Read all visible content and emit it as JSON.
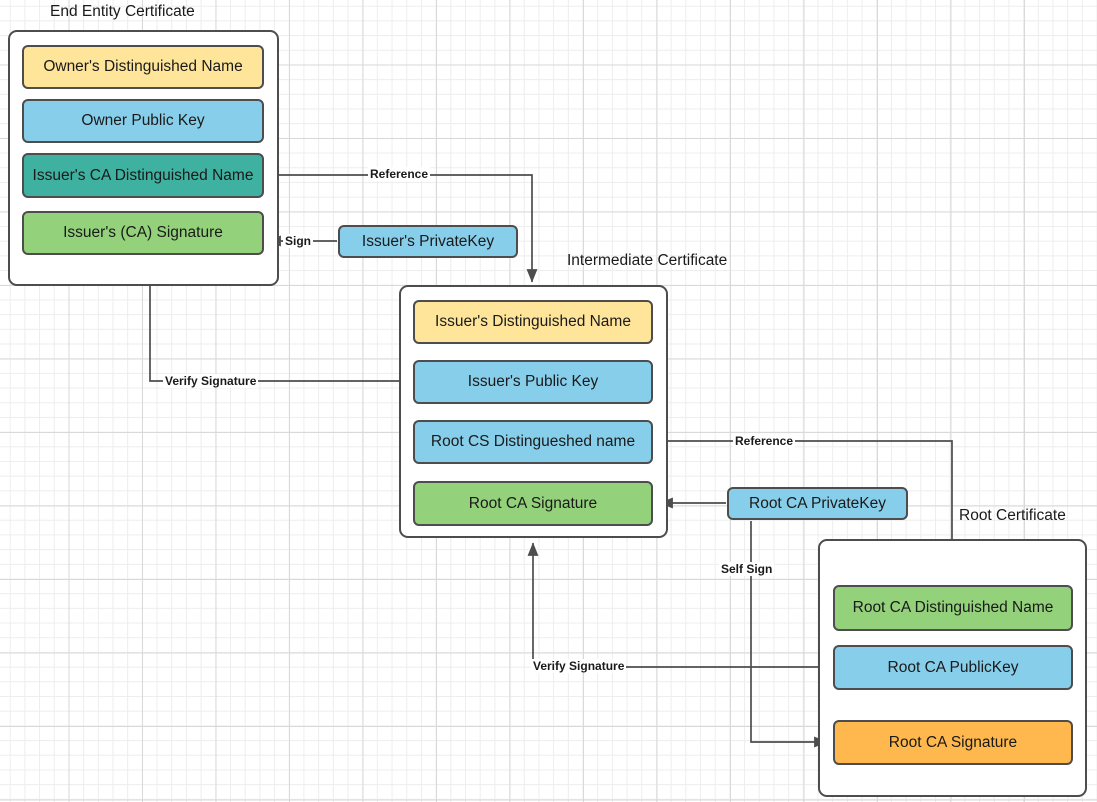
{
  "diagram": {
    "title_labels": [
      {
        "id": "end-entity",
        "text": "End Entity Certificate"
      },
      {
        "id": "intermediate",
        "text": "Intermediate Certificate"
      },
      {
        "id": "root",
        "text": "Root Certificate"
      }
    ],
    "colors": {
      "yellow": "#ffe599",
      "blue": "#87ceeb",
      "teal": "#3fb1a0",
      "green": "#93d17a",
      "orange": "#ffb84d",
      "stroke": "#4d4d4d",
      "text": "#1a1a1a",
      "canvas": "#ffffff",
      "grid_minor": "#ededed",
      "grid_major": "#d9d9d9"
    },
    "end_entity_certificate": {
      "label": "End Entity Certificate",
      "fields": [
        {
          "name": "owner-distinguished-name",
          "text": "Owner's Distinguished Name",
          "color": "#ffe599"
        },
        {
          "name": "owner-public-key",
          "text": "Owner Public  Key",
          "color": "#87ceeb"
        },
        {
          "name": "issuer-ca-distinguished-name",
          "text": "Issuer's CA Distinguished Name",
          "color": "#3fb1a0"
        },
        {
          "name": "issuer-ca-signature",
          "text": "Issuer's (CA) Signature",
          "color": "#93d17a"
        }
      ]
    },
    "intermediate_certificate": {
      "label": "Intermediate Certificate",
      "fields": [
        {
          "name": "issuers-distinguished-name",
          "text": "Issuer's Distinguished Name",
          "color": "#ffe599"
        },
        {
          "name": "issuers-public-key",
          "text": "Issuer's Public  Key",
          "color": "#87ceeb"
        },
        {
          "name": "root-cs-distingueshed-name",
          "text": "Root CS Distingueshed name",
          "color": "#87ceeb"
        },
        {
          "name": "root-ca-signature",
          "text": "Root CA Signature",
          "color": "#93d17a"
        }
      ]
    },
    "root_certificate": {
      "label": "Root Certificate",
      "fields": [
        {
          "name": "root-ca-distinguished-name",
          "text": "Root CA Distinguished Name",
          "color": "#93d17a"
        },
        {
          "name": "root-ca-publickey",
          "text": "Root CA PublicKey",
          "color": "#87ceeb"
        },
        {
          "name": "root-ca-signature",
          "text": "Root CA Signature",
          "color": "#ffb84d"
        }
      ]
    },
    "keys": [
      {
        "name": "issuers-privatekey",
        "text": "Issuer's PrivateKey",
        "color": "#87ceeb"
      },
      {
        "name": "root-ca-privatekey",
        "text": "Root CA PrivateKey",
        "color": "#87ceeb"
      }
    ],
    "edge_labels": [
      {
        "id": "reference-1",
        "text": "Reference"
      },
      {
        "id": "sign-1",
        "text": "Sign"
      },
      {
        "id": "verify-signature-1",
        "text": "Verify Signature"
      },
      {
        "id": "reference-2",
        "text": "Reference"
      },
      {
        "id": "self-sign",
        "text": "Self Sign"
      },
      {
        "id": "verify-signature-2",
        "text": "Verify Signature"
      }
    ]
  }
}
